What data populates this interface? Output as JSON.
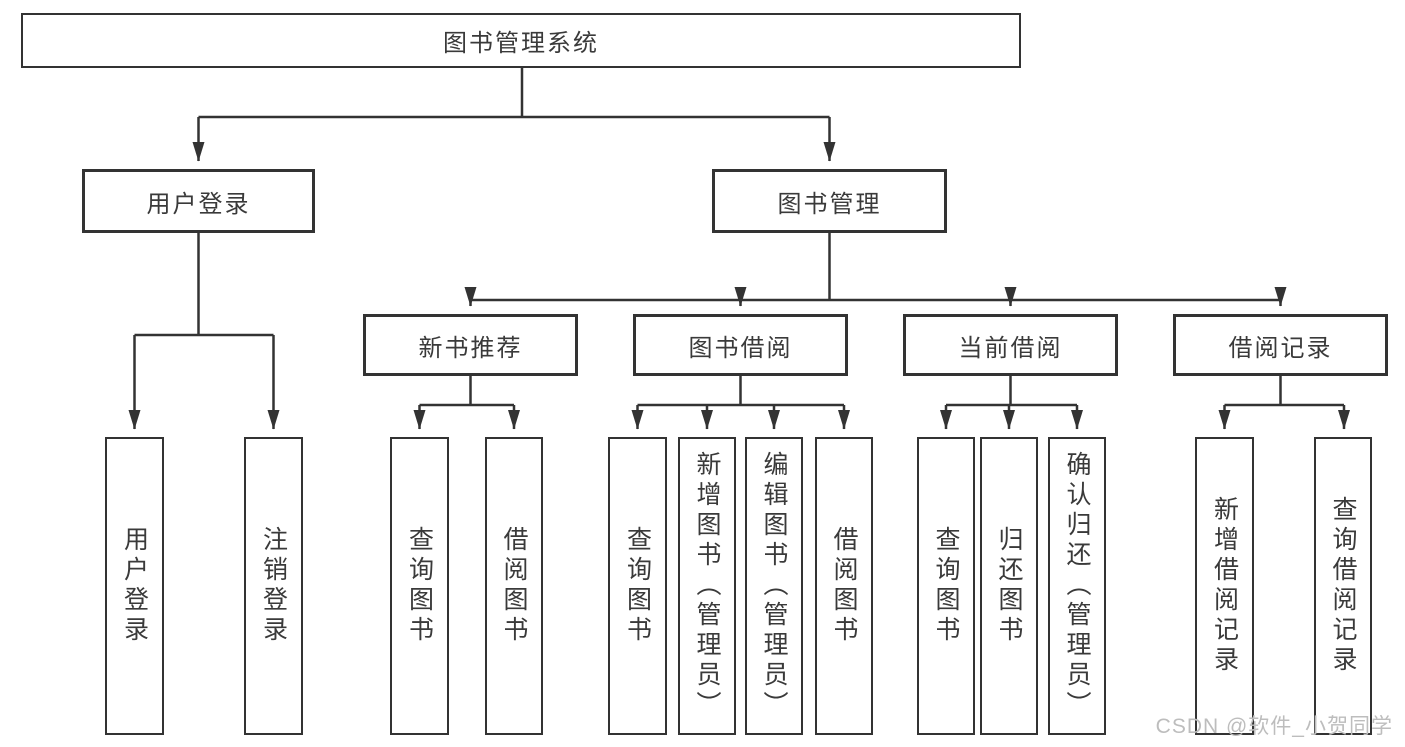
{
  "diagram": {
    "root": {
      "label": "图书管理系统"
    },
    "level2": [
      {
        "label": "用户登录"
      },
      {
        "label": "图书管理"
      }
    ],
    "level3": [
      {
        "label": "新书推荐",
        "parent": "图书管理"
      },
      {
        "label": "图书借阅",
        "parent": "图书管理"
      },
      {
        "label": "当前借阅",
        "parent": "图书管理"
      },
      {
        "label": "借阅记录",
        "parent": "图书管理"
      }
    ],
    "leaves": [
      {
        "label": "用户登录",
        "parent": "用户登录"
      },
      {
        "label": "注销登录",
        "parent": "用户登录"
      },
      {
        "label": "查询图书",
        "parent": "新书推荐"
      },
      {
        "label": "借阅图书",
        "parent": "新书推荐"
      },
      {
        "label": "查询图书",
        "parent": "图书借阅"
      },
      {
        "label": "新增图书（管理员）",
        "parent": "图书借阅"
      },
      {
        "label": "编辑图书（管理员）",
        "parent": "图书借阅"
      },
      {
        "label": "借阅图书",
        "parent": "图书借阅"
      },
      {
        "label": "查询图书",
        "parent": "当前借阅"
      },
      {
        "label": "归还图书",
        "parent": "当前借阅"
      },
      {
        "label": "确认归还（管理员）",
        "parent": "当前借阅"
      },
      {
        "label": "新增借阅记录",
        "parent": "借阅记录"
      },
      {
        "label": "查询借阅记录",
        "parent": "借阅记录"
      }
    ]
  },
  "watermark": {
    "text": "CSDN @软件_小贺同学"
  },
  "colors": {
    "line": "#333333",
    "box_border": "#333333",
    "text": "#3a3a3a",
    "watermark_text": "#bdbdbd",
    "background": "#ffffff"
  }
}
